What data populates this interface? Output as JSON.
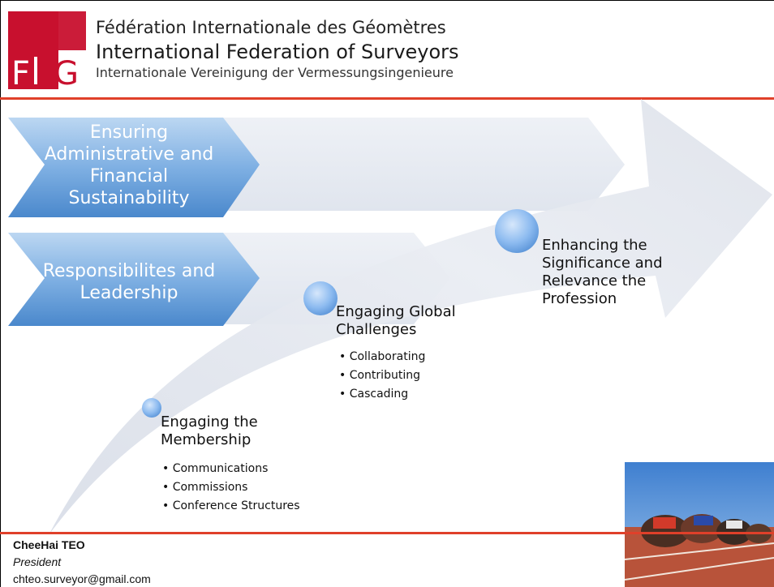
{
  "header": {
    "logo_text": "FIG",
    "org_name_fr": "Fédération Internationale des Géomètres",
    "org_name_en": "International Federation of Surveyors",
    "org_name_de": "Internationale Vereinigung der Vermessungsingenieure"
  },
  "chevrons": [
    {
      "label": "Ensuring Administrative and Financial Sustainability"
    },
    {
      "label": "Responsibilites and Leadership"
    }
  ],
  "milestones": [
    {
      "title": "Engaging the Membership",
      "bullets": [
        "Communications",
        "Commissions",
        "Conference Structures"
      ]
    },
    {
      "title": "Engaging Global Challenges",
      "bullets": [
        "Collaborating",
        "Contributing",
        "Cascading"
      ]
    },
    {
      "title": "Enhancing the Significance and Relevance the Profession",
      "bullets": []
    }
  ],
  "footer": {
    "name": "CheeHai TEO",
    "role": "President",
    "email": "chteo.surveyor@gmail.com"
  },
  "colors": {
    "accent_red": "#e0402a",
    "logo_red": "#c8102e",
    "chevron_blue": "#5b9bd5",
    "arrow_grey": "#e2e6ee"
  }
}
